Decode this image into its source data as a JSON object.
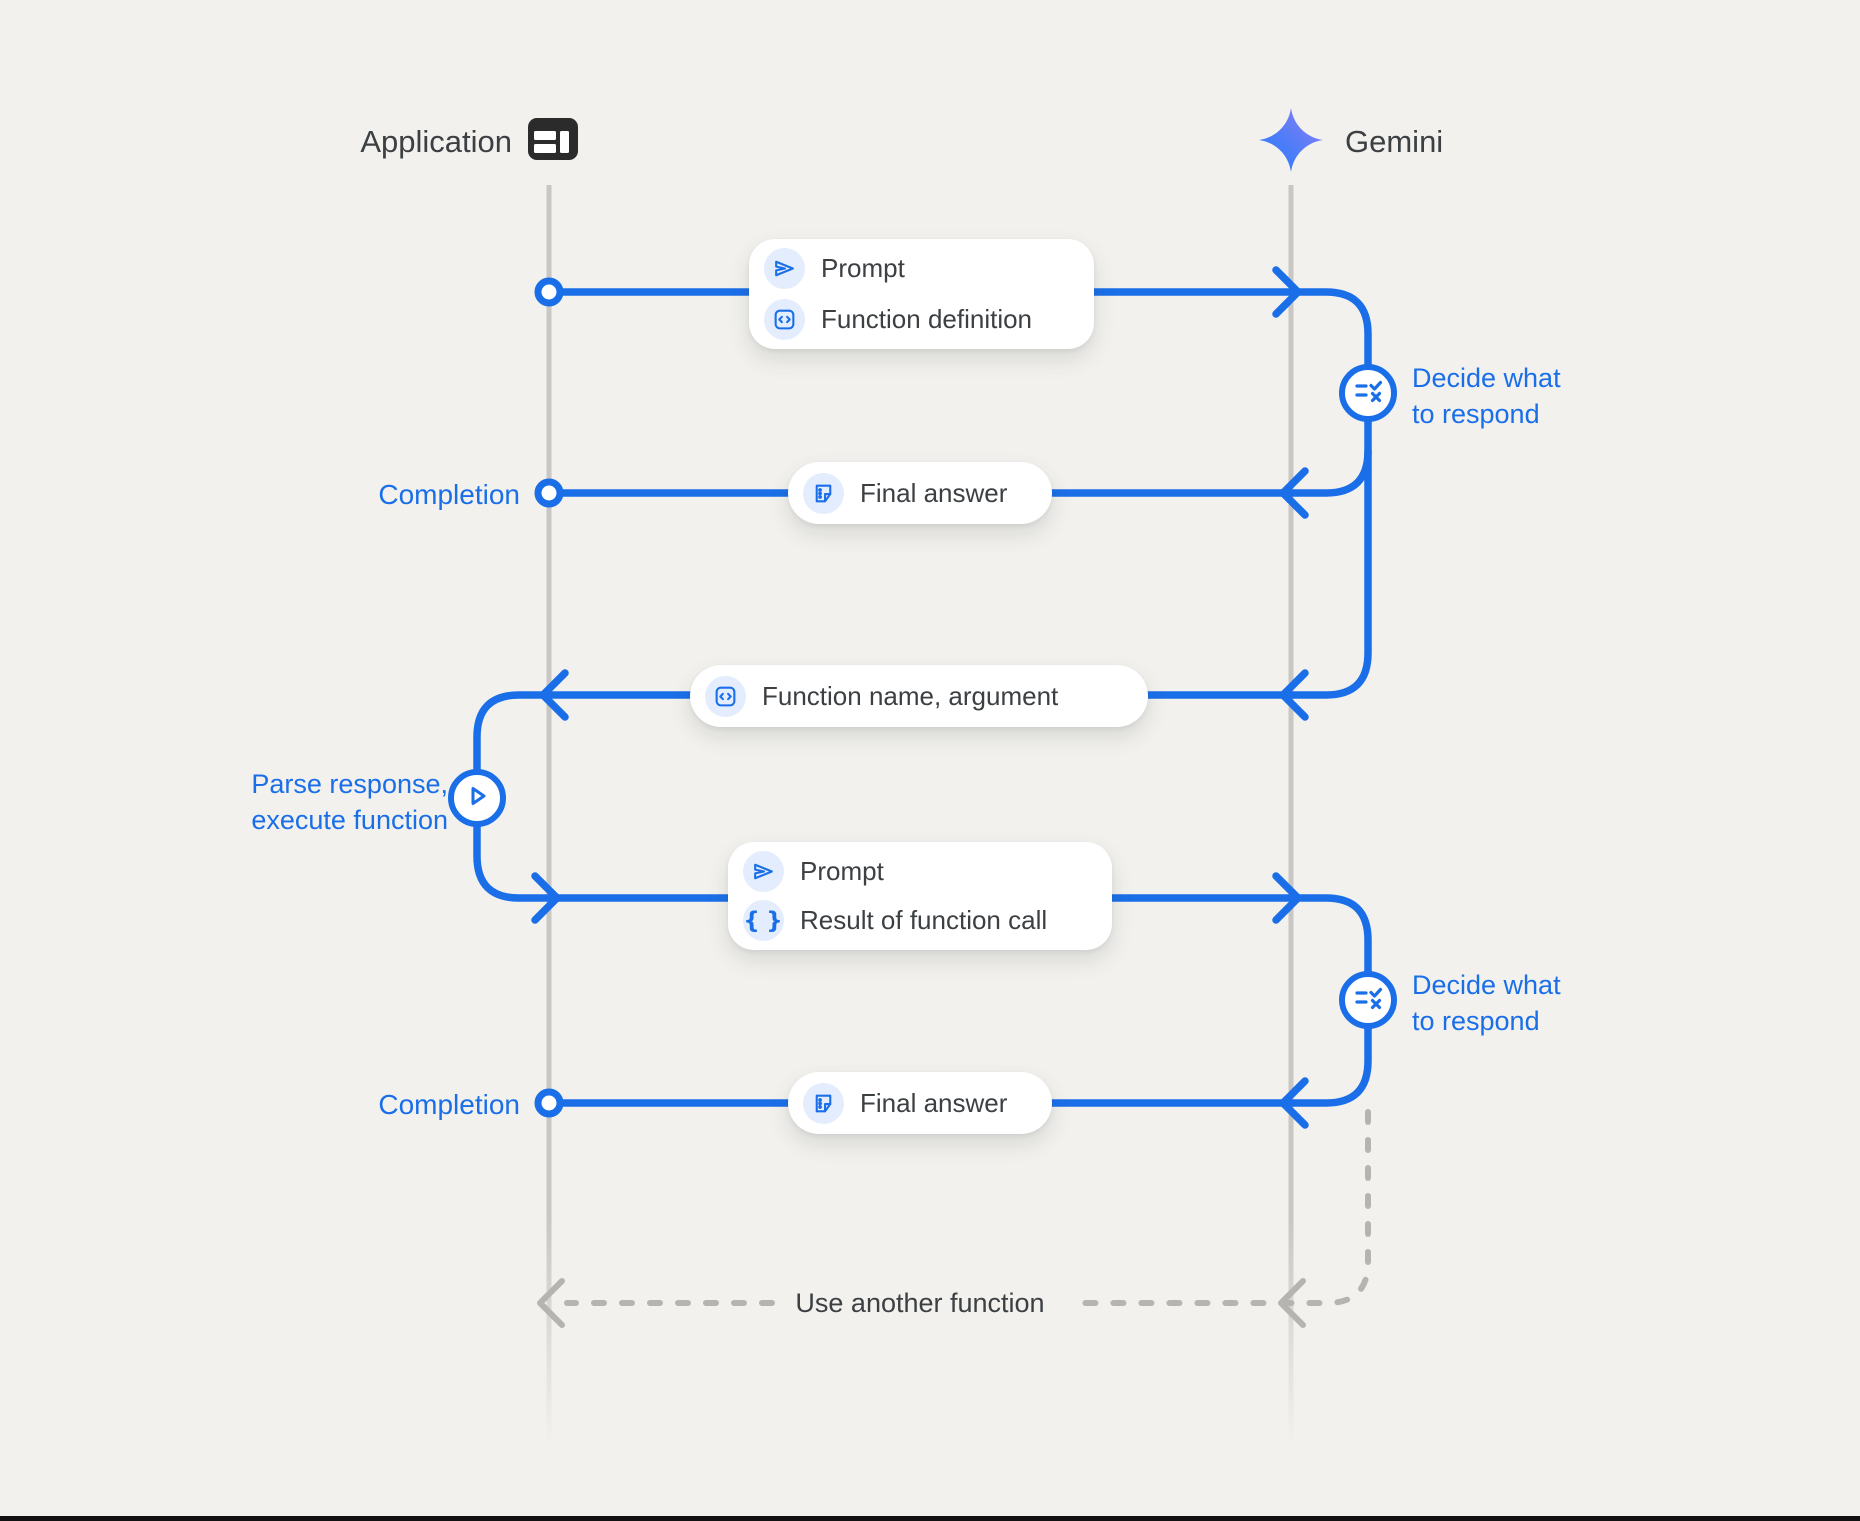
{
  "colors": {
    "background": "#f2f1ee",
    "accent_blue": "#1a6fe8",
    "chip_blue": "#e3edfd",
    "text_dark": "#3c4043",
    "lifeline_gray": "#c9c7c4",
    "dash_gray": "#b6b4b1",
    "app_icon_dark": "#2b2b2b",
    "gemini_gradient_start": "#2e7bf6",
    "gemini_gradient_end": "#9677f2"
  },
  "header": {
    "application_label": "Application",
    "application_icon": "browser-window-icon",
    "gemini_label": "Gemini",
    "gemini_icon": "gemini-sparkle-icon"
  },
  "messages": {
    "request1": {
      "rows": [
        {
          "icon": "send-icon",
          "label": "Prompt"
        },
        {
          "icon": "code-block-icon",
          "label": "Function definition"
        }
      ]
    },
    "final_answer1": {
      "icon": "document-icon",
      "label": "Final answer"
    },
    "function_name": {
      "icon": "code-block-icon",
      "label": "Function name,  argument"
    },
    "request2": {
      "rows": [
        {
          "icon": "send-icon",
          "label": "Prompt"
        },
        {
          "icon": "braces-icon",
          "label": "Result of function call"
        }
      ]
    },
    "final_answer2": {
      "icon": "document-icon",
      "label": "Final answer"
    },
    "use_another_function": {
      "label": "Use another function"
    }
  },
  "annotations": {
    "decide1": {
      "icon": "rule-icon",
      "line1": "Decide what",
      "line2": "to respond"
    },
    "decide2": {
      "icon": "rule-icon",
      "line1": "Decide what",
      "line2": "to respond"
    },
    "completion1": "Completion",
    "completion2": "Completion",
    "parse": {
      "icon": "play-icon",
      "line1": "Parse response,",
      "line2": "execute function"
    }
  }
}
